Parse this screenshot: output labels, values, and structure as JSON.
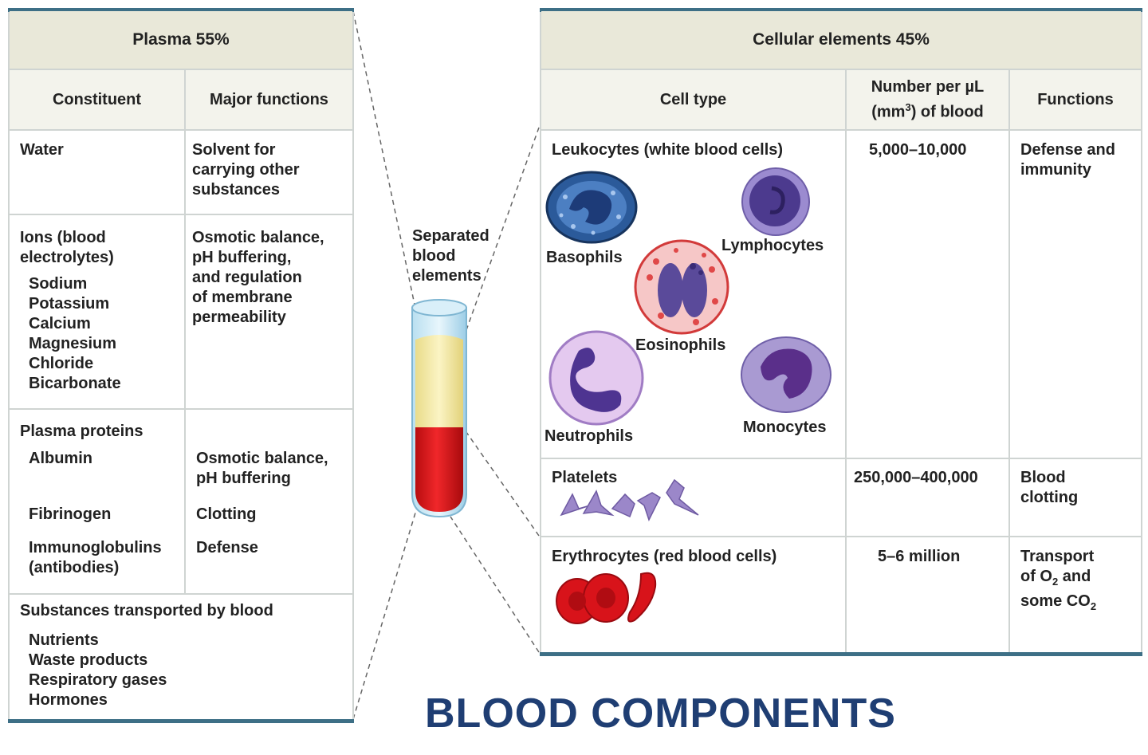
{
  "plasma": {
    "header": "Plasma 55%",
    "col_constituent": "Constituent",
    "col_functions": "Major functions",
    "water": {
      "label": "Water",
      "function_lines": [
        "Solvent for",
        "carrying other",
        "substances"
      ]
    },
    "ions": {
      "label_lines": [
        "Ions (blood",
        "electrolytes)"
      ],
      "items": [
        "Sodium",
        "Potassium",
        "Calcium",
        "Magnesium",
        "Chloride",
        "Bicarbonate"
      ],
      "function_lines": [
        "Osmotic balance,",
        "pH buffering,",
        "and regulation",
        "of membrane",
        "permeability"
      ]
    },
    "proteins": {
      "label": "Plasma proteins",
      "albumin": "Albumin",
      "albumin_function_lines": [
        "Osmotic balance,",
        "pH buffering"
      ],
      "fibrinogen": "Fibrinogen",
      "fibrinogen_function": "Clotting",
      "immuno_lines": [
        "Immunoglobulins",
        "(antibodies)"
      ],
      "immuno_function": "Defense"
    },
    "transported": {
      "label": "Substances transported by blood",
      "items": [
        "Nutrients",
        "Waste products",
        "Respiratory gases",
        "Hormones"
      ]
    }
  },
  "tube_label_lines": [
    "Separated",
    "blood",
    "elements"
  ],
  "cellular": {
    "header": "Cellular elements 45%",
    "col_celltype": "Cell type",
    "col_number_line1": "Number per µL",
    "col_number_line2_pre": "(mm",
    "col_number_line2_sup": "3",
    "col_number_line2_post": ") of blood",
    "col_functions": "Functions",
    "leukocytes": {
      "label": "Leukocytes (white blood cells)",
      "number": "5,000–10,000",
      "function_lines": [
        "Defense and",
        "immunity"
      ],
      "cells": {
        "basophils": "Basophils",
        "lymphocytes": "Lymphocytes",
        "eosinophils": "Eosinophils",
        "neutrophils": "Neutrophils",
        "monocytes": "Monocytes"
      }
    },
    "platelets": {
      "label": "Platelets",
      "number": "250,000–400,000",
      "function_lines": [
        "Blood",
        "clotting"
      ]
    },
    "erythrocytes": {
      "label": "Erythrocytes (red blood cells)",
      "number": "5–6 million",
      "function_line1": "Transport",
      "function_line2_pre": "of O",
      "function_line2_sub": "2",
      "function_line2_post": " and",
      "function_line3_pre": "some CO",
      "function_line3_sub": "2"
    }
  },
  "title": "BLOOD COMPONENTS",
  "colors": {
    "header_bg": "#e9e8d9",
    "border": "#cfd4d2",
    "frame": "#3d6f86",
    "title": "#1f3e73",
    "plasma": "#f7efb0",
    "blood": "#e0191d"
  }
}
